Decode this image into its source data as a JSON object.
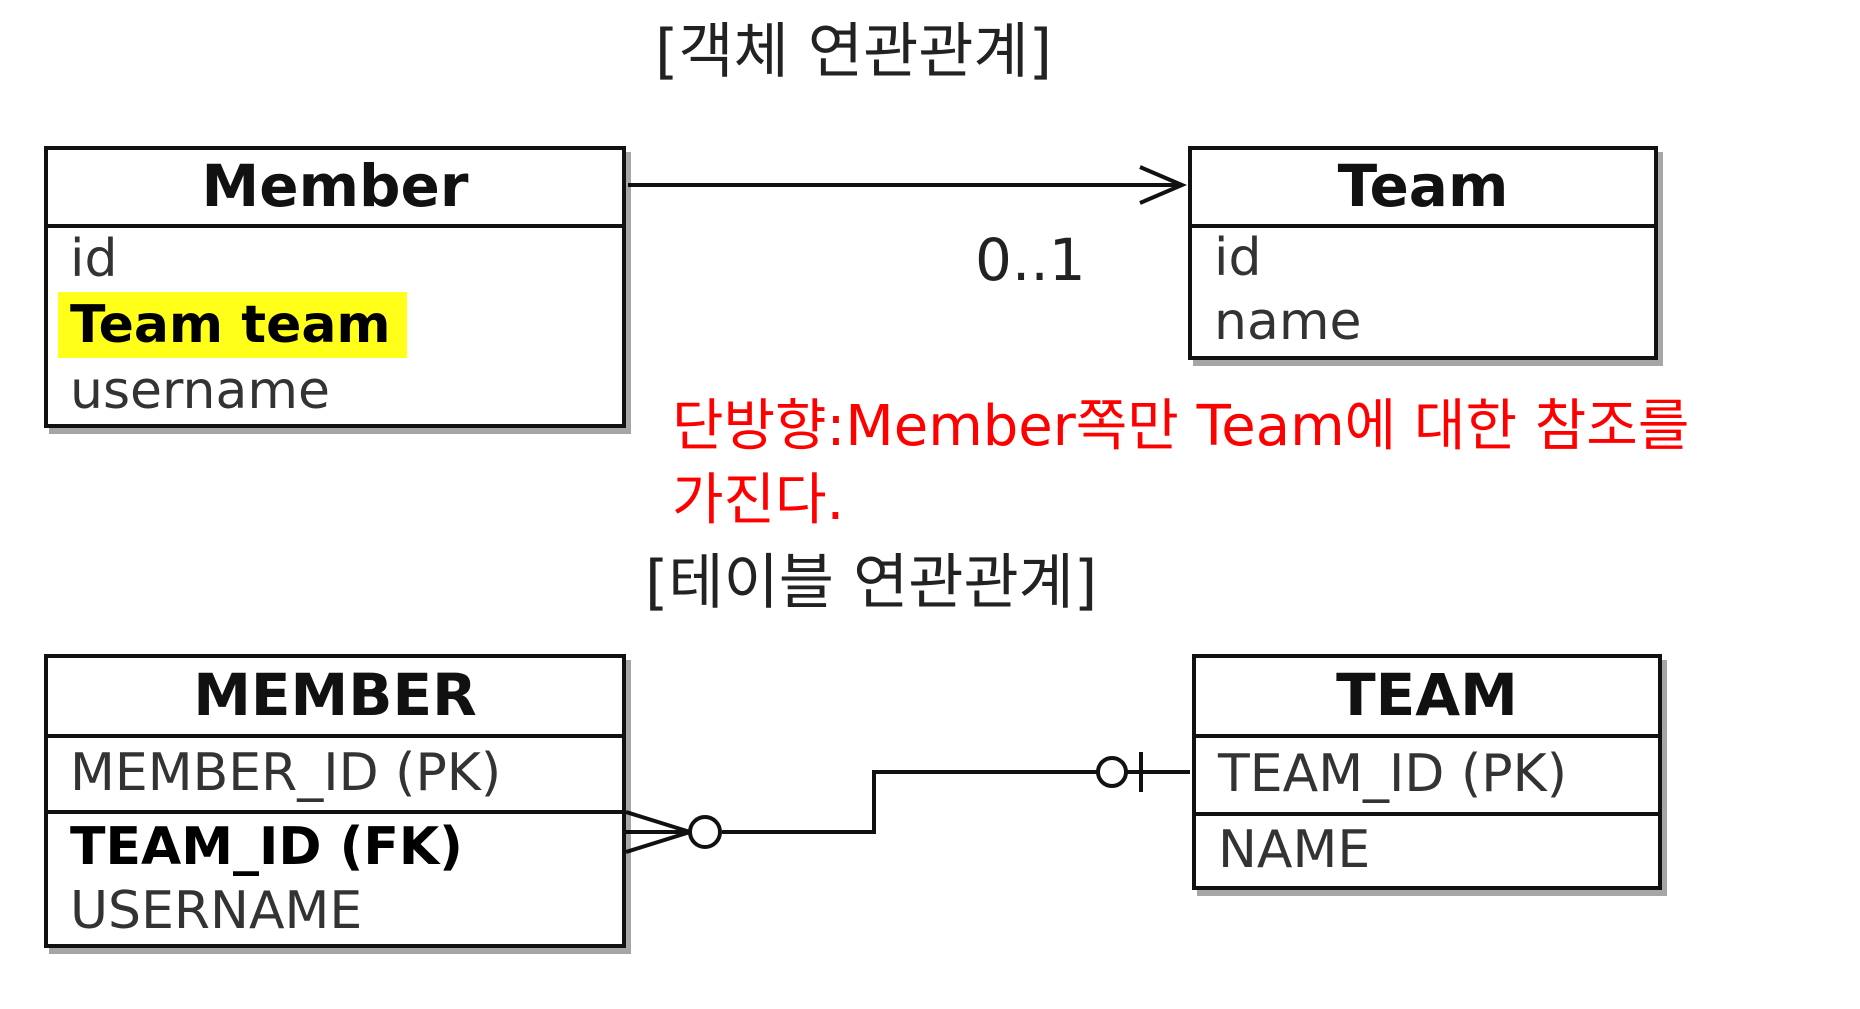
{
  "object_section": {
    "title": "[객체 연관관계]",
    "member": {
      "name": "Member",
      "fields": [
        "id",
        "Team team",
        "username"
      ]
    },
    "team": {
      "name": "Team",
      "fields": [
        "id",
        "name"
      ]
    },
    "multiplicity": "0..1",
    "note_line1": "단방향:Member쪽만 Team에 대한 참조를",
    "note_line2": "가진다."
  },
  "table_section": {
    "title": "[테이블 연관관계]",
    "member": {
      "name": "MEMBER",
      "pk": "MEMBER_ID (PK)",
      "fk": "TEAM_ID (FK)",
      "other": "USERNAME"
    },
    "team": {
      "name": "TEAM",
      "pk": "TEAM_ID (PK)",
      "other": "NAME"
    }
  },
  "colors": {
    "note": "#ff0000",
    "highlight": "#ffff1a",
    "line": "#111111"
  }
}
